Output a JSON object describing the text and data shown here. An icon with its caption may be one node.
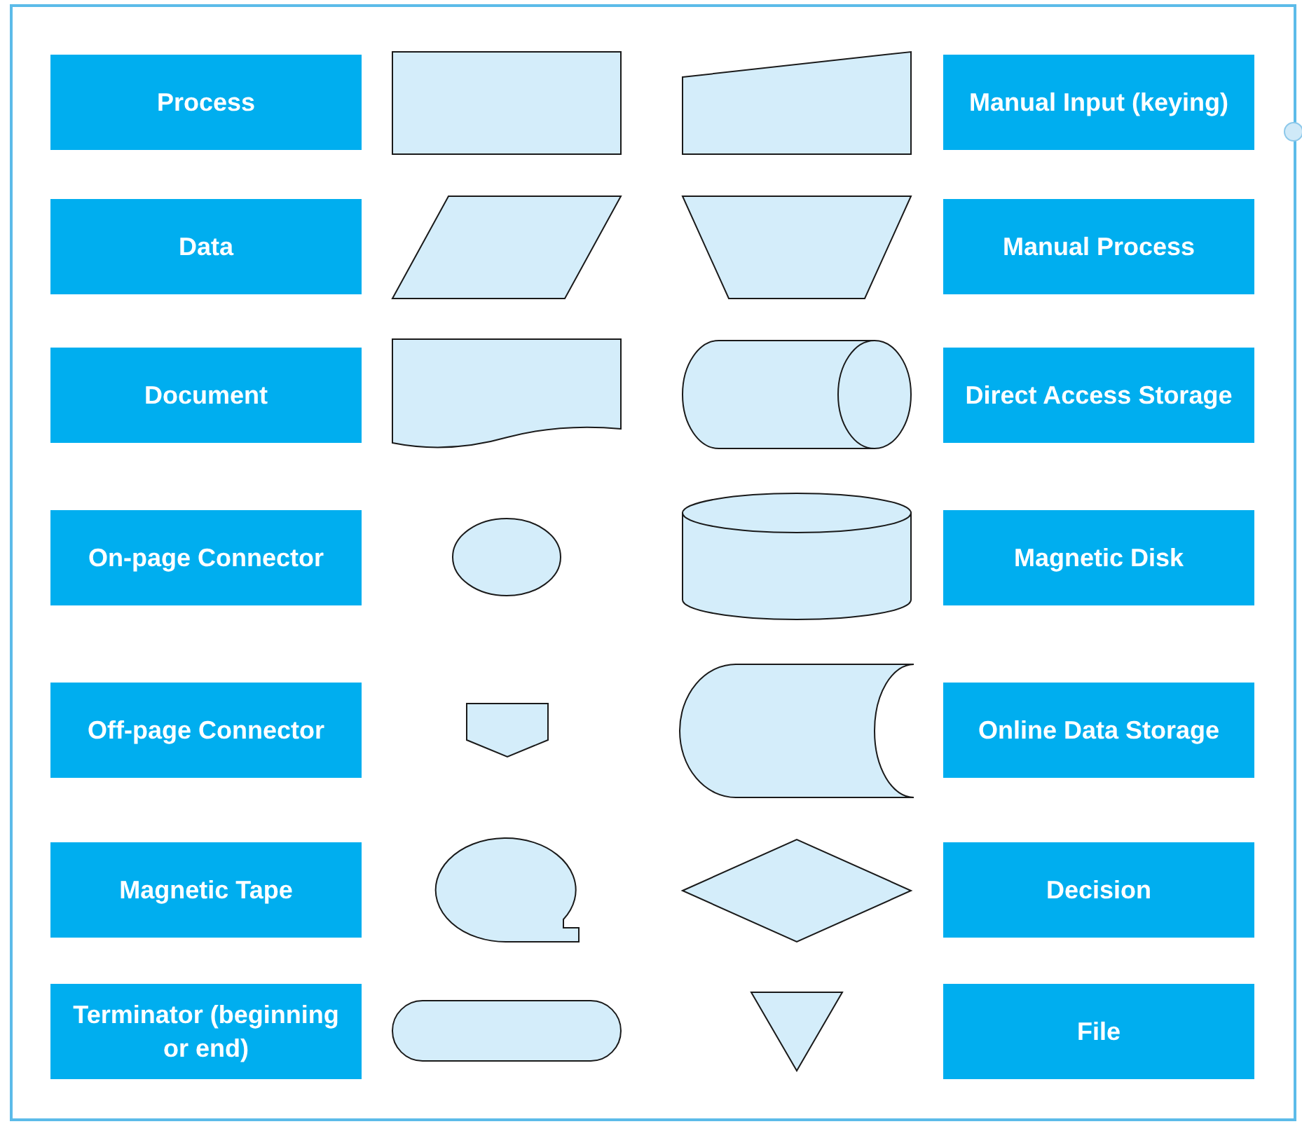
{
  "diagram": {
    "nodes": [
      {
        "text": [
          "Process"
        ]
      },
      {
        "text": [],
        "shape": "box"
      },
      {
        "text": [],
        "shape": "quadrilateral"
      },
      {
        "text": [
          "Manual Input (keying)"
        ]
      },
      {
        "text": [
          "Data"
        ]
      },
      {
        "text": [],
        "shape": "parallelogram"
      },
      {
        "text": [],
        "shape": "trapezoid"
      },
      {
        "text": [
          "Manual Process"
        ]
      },
      {
        "text": [
          "Document"
        ]
      },
      {
        "text": [],
        "shape": "document"
      },
      {
        "text": [],
        "shape": "cylinder"
      },
      {
        "text": [
          "Direct Access Storage"
        ]
      },
      {
        "text": [
          "On-page Connector"
        ]
      },
      {
        "text": [],
        "shape": "ellipse"
      },
      {
        "text": [],
        "shape": "cylinder"
      },
      {
        "text": [
          "Magnetic Disk"
        ]
      },
      {
        "text": [
          "Off-page Connector"
        ]
      },
      {
        "text": [],
        "shape": "pentagon"
      },
      {
        "text": [],
        "shape": "storage"
      },
      {
        "text": [
          "Online Data Storage"
        ]
      },
      {
        "text": [
          "Magnetic Tape"
        ]
      },
      {
        "text": [],
        "shape": "tape"
      },
      {
        "text": [],
        "shape": "diamond"
      },
      {
        "text": [
          "Decision"
        ]
      },
      {
        "text": [
          "Terminator (beginning or end)"
        ]
      },
      {
        "text": [],
        "shape": "stadium"
      },
      {
        "text": [],
        "shape": "triangle"
      },
      {
        "text": [
          "File"
        ]
      }
    ]
  }
}
